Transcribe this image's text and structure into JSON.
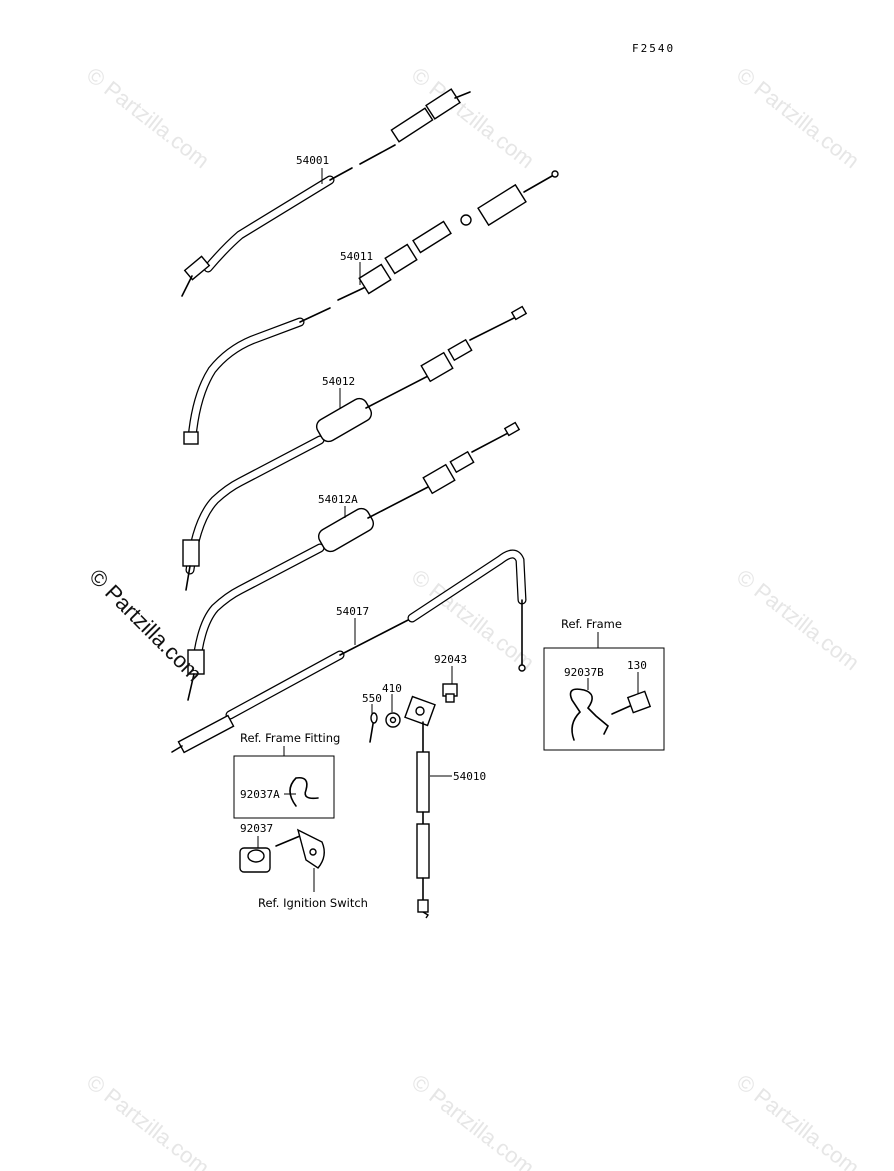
{
  "figure_code": "F2540",
  "watermark": "© Partzilla.com",
  "part_labels": {
    "p54001": "54001",
    "p54011": "54011",
    "p54012": "54012",
    "p54012A": "54012A",
    "p54017": "54017",
    "p92043": "92043",
    "p410": "410",
    "p550": "550",
    "p54010": "54010",
    "p92037A": "92037A",
    "p92037": "92037",
    "p92037B": "92037B",
    "p130": "130"
  },
  "ref_labels": {
    "frame": "Ref. Frame",
    "frame_fitting": "Ref. Frame Fitting",
    "ignition_switch": "Ref. Ignition Switch"
  }
}
